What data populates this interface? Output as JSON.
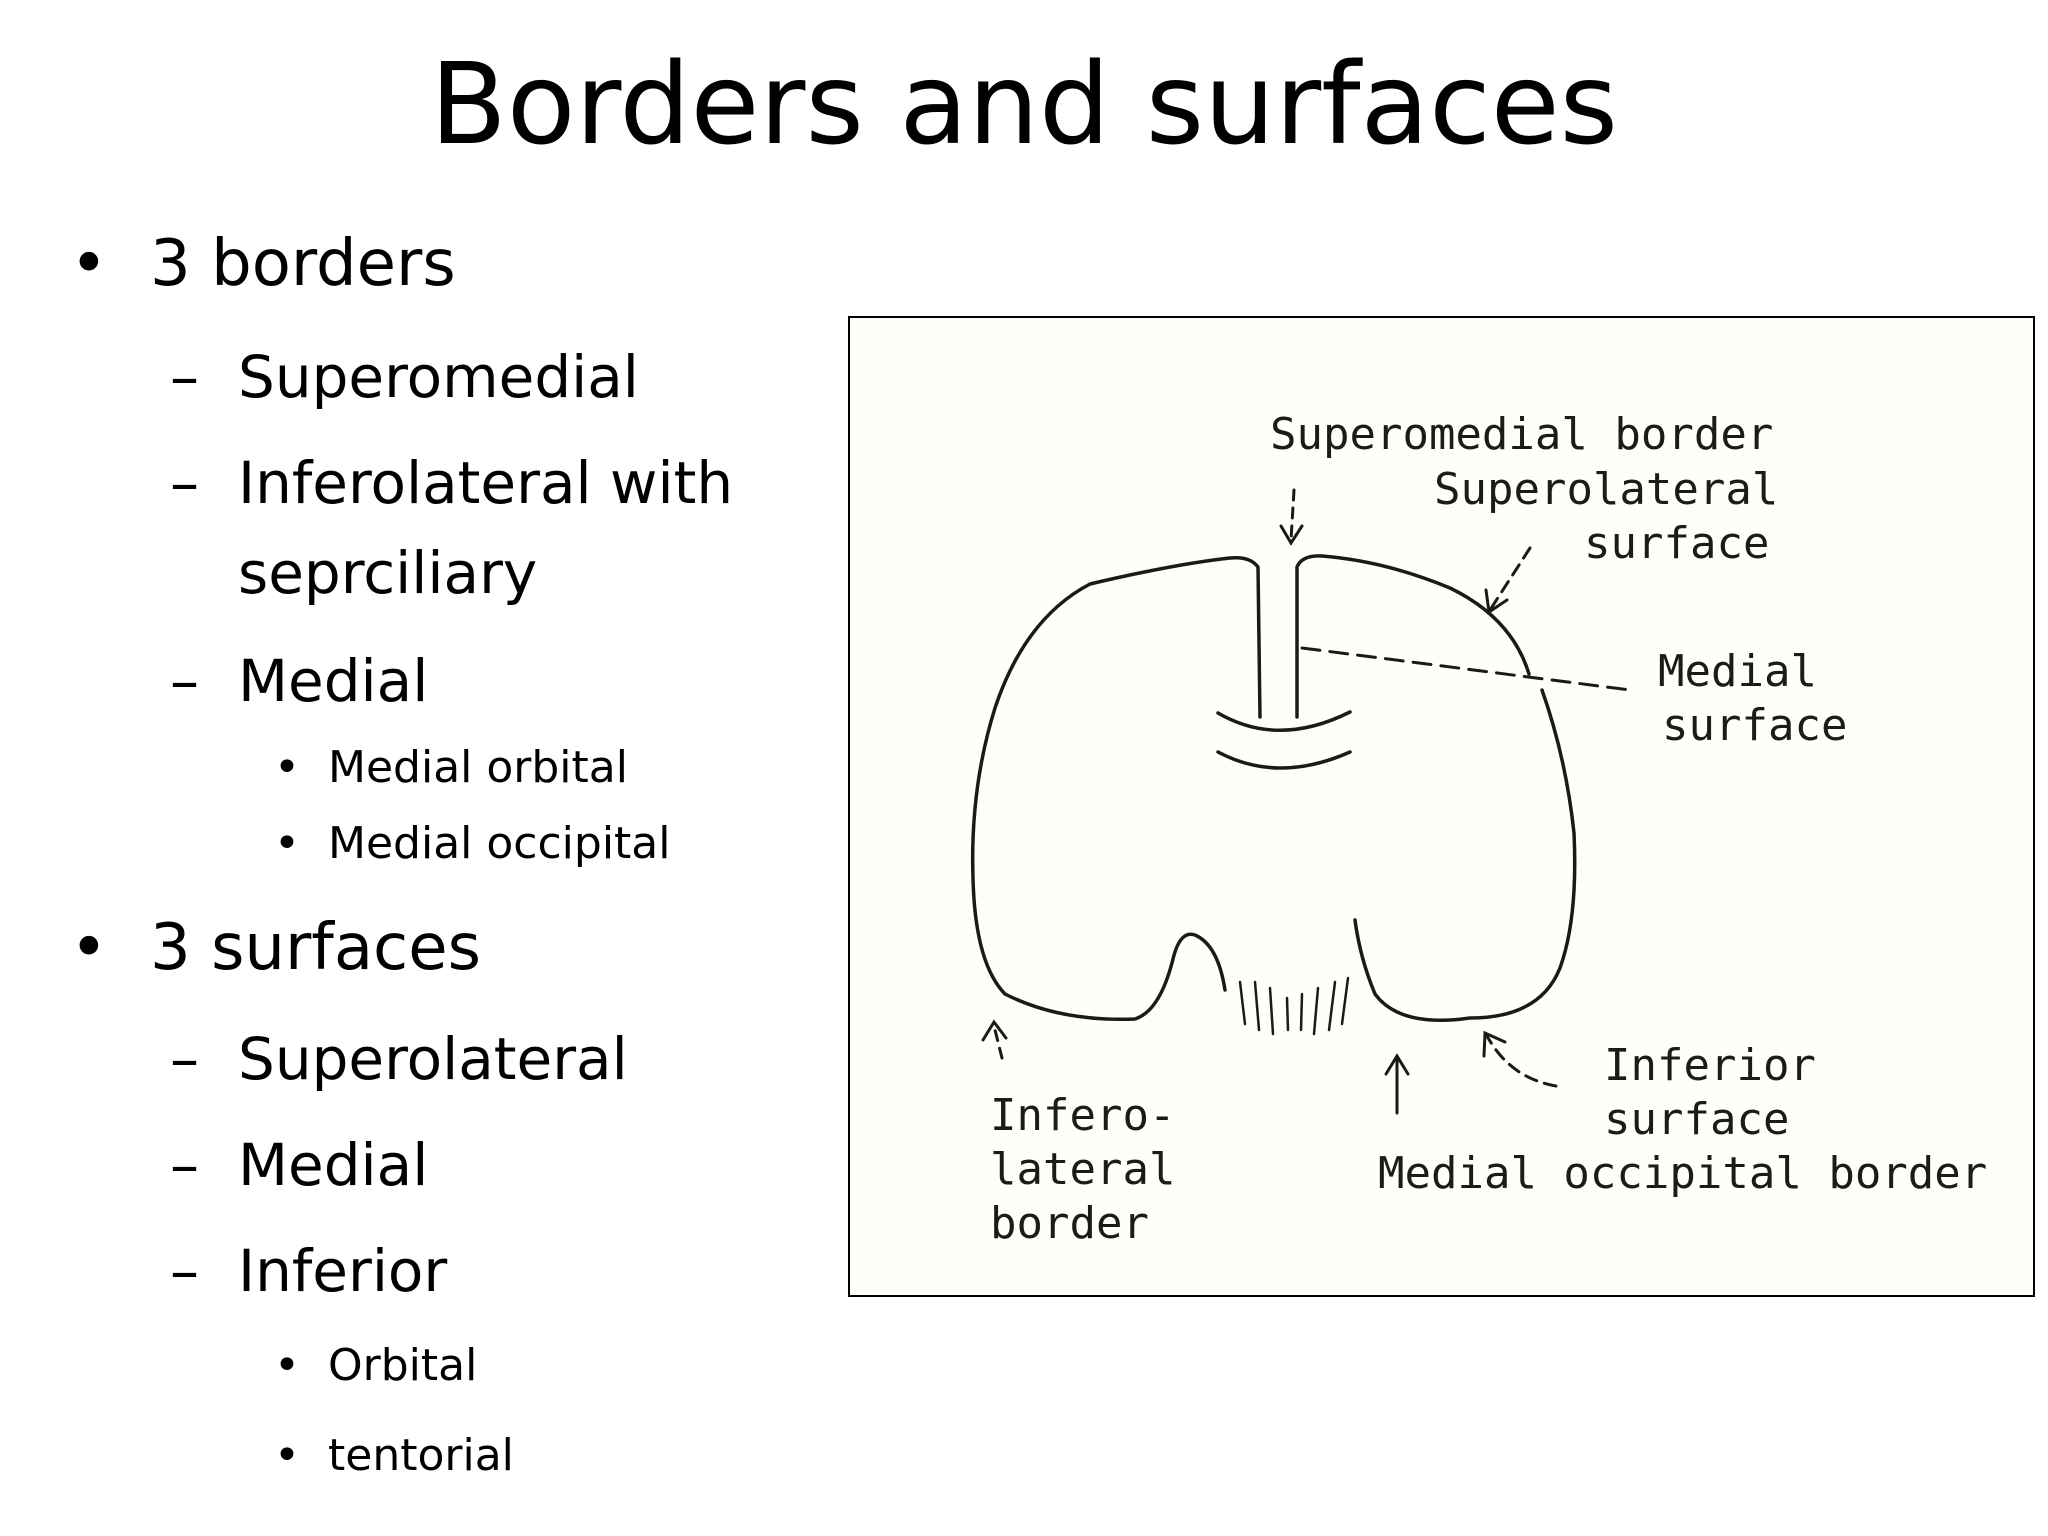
{
  "slide": {
    "title": "Borders and surfaces",
    "bullets": [
      {
        "text": "3 borders",
        "items": [
          {
            "text": "Superomedial"
          },
          {
            "text": "Inferolateral with seprciliary",
            "lines": [
              "Inferolateral with",
              "seprciliary"
            ]
          },
          {
            "text": "Medial",
            "items": [
              "Medial orbital",
              "Medial occipital"
            ]
          }
        ]
      },
      {
        "text": "3 surfaces",
        "items": [
          {
            "text": "Superolateral"
          },
          {
            "text": "Medial"
          },
          {
            "text": "Inferior",
            "items": [
              "Orbital",
              "tentorial"
            ]
          }
        ]
      }
    ],
    "markers": {
      "level1": "•",
      "level2": "–",
      "level3": "•"
    }
  },
  "diagram": {
    "labels": {
      "superomedial_border": "Superomedial border",
      "superolateral_surface": [
        "Superolateral",
        "surface"
      ],
      "medial_surface": [
        "Medial",
        "surface"
      ],
      "inferior_surface": [
        "Inferior",
        "surface"
      ],
      "inferolateral_border": [
        "Infero-",
        "lateral",
        "border"
      ],
      "medial_occipital_border": "Medial occipital border"
    }
  }
}
